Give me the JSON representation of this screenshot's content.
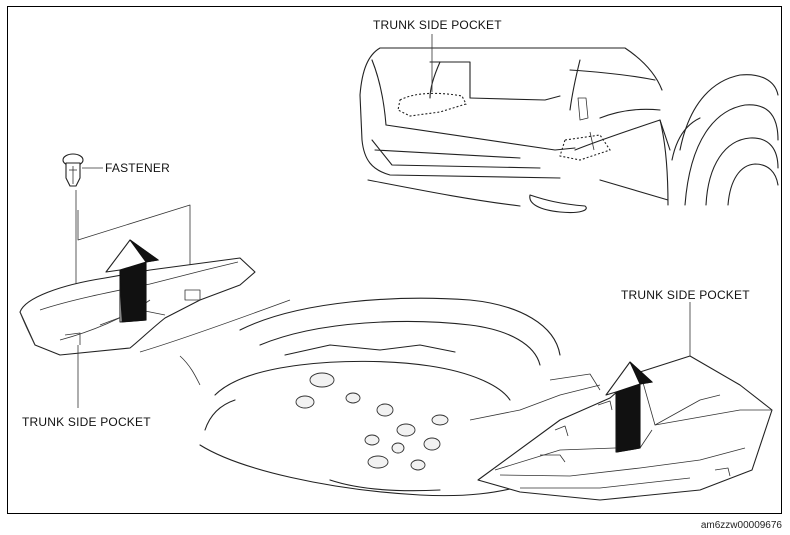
{
  "labels": {
    "top_pocket": "TRUNK SIDE POCKET",
    "fastener": "FASTENER",
    "left_pocket": "TRUNK SIDE POCKET",
    "right_pocket": "TRUNK SIDE POCKET"
  },
  "image_id": "am6zzw00009676",
  "colors": {
    "line": "#222222",
    "background": "#ffffff",
    "arrow": "#111111"
  }
}
